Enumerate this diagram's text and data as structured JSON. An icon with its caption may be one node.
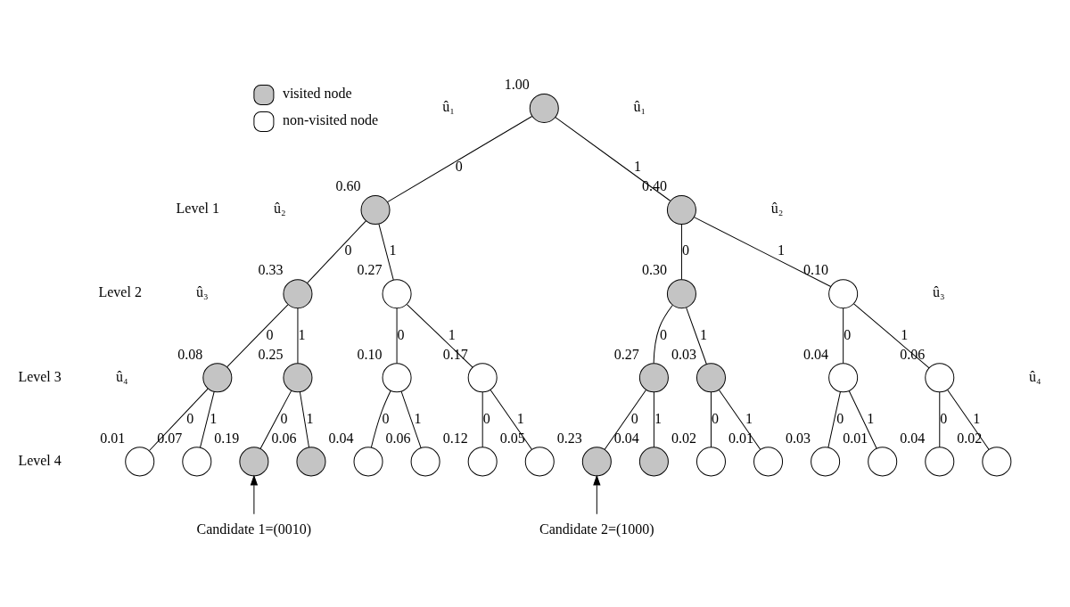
{
  "diagram": {
    "nodes": [
      {
        "text": [],
        "shape": "circle",
        "beside": [
          "1.00"
        ]
      },
      {
        "text": [],
        "shape": "circle",
        "beside": [
          "0.60"
        ]
      },
      {
        "text": [],
        "shape": "circle",
        "beside": [
          "0.40"
        ]
      },
      {
        "text": [],
        "shape": "circle",
        "beside": [
          "0.33"
        ]
      },
      {
        "text": [],
        "shape": "circle",
        "beside": [
          "0.27"
        ]
      },
      {
        "text": [],
        "shape": "circle",
        "beside": [
          "0.30"
        ]
      },
      {
        "text": [],
        "shape": "circle",
        "beside": [
          "0.10"
        ]
      },
      {
        "text": [],
        "shape": "circle",
        "beside": [
          "0.08"
        ]
      },
      {
        "text": [],
        "shape": "circle",
        "beside": [
          "0.25"
        ]
      },
      {
        "text": [],
        "shape": "circle",
        "beside": [
          "0.10"
        ]
      },
      {
        "text": [],
        "shape": "circle",
        "beside": [
          "0.17"
        ]
      },
      {
        "text": [],
        "shape": "circle",
        "beside": [
          "0.27"
        ]
      },
      {
        "text": [],
        "shape": "circle",
        "beside": [
          "0.03"
        ]
      },
      {
        "text": [],
        "shape": "circle",
        "beside": [
          "0.04"
        ]
      },
      {
        "text": [],
        "shape": "circle",
        "beside": [
          "0.06"
        ]
      },
      {
        "text": [],
        "shape": "circle",
        "beside": [
          "0.01"
        ]
      },
      {
        "text": [],
        "shape": "circle",
        "beside": [
          "0.07"
        ]
      },
      {
        "text": [],
        "shape": "circle",
        "beside": [
          "0.19"
        ]
      },
      {
        "text": [],
        "shape": "circle",
        "beside": [
          "0.06"
        ]
      },
      {
        "text": [],
        "shape": "circle",
        "beside": [
          "0.04"
        ]
      },
      {
        "text": [],
        "shape": "circle",
        "beside": [
          "0.06"
        ]
      },
      {
        "text": [],
        "shape": "circle",
        "beside": [
          "0.12"
        ]
      },
      {
        "text": [],
        "shape": "circle",
        "beside": [
          "0.05"
        ]
      },
      {
        "text": [],
        "shape": "circle",
        "beside": [
          "0.23"
        ]
      },
      {
        "text": [],
        "shape": "circle",
        "beside": [
          "0.04"
        ]
      },
      {
        "text": [],
        "shape": "circle",
        "beside": [
          "0.02"
        ]
      },
      {
        "text": [],
        "shape": "circle",
        "beside": [
          "0.01"
        ]
      },
      {
        "text": [],
        "shape": "circle",
        "beside": [
          "0.03"
        ]
      },
      {
        "text": [],
        "shape": "circle",
        "beside": [
          "0.01"
        ]
      },
      {
        "text": [],
        "shape": "circle",
        "beside": [
          "0.04"
        ]
      },
      {
        "text": [],
        "shape": "circle",
        "beside": [
          "0.02"
        ]
      },
      {
        "text": [
          "Candidate 1=(0010)"
        ]
      },
      {
        "text": [
          "Candidate 2=(1000)"
        ]
      }
    ],
    "edges": [
      {
        "from": 0,
        "to": 1,
        "label": "0",
        "arrow": "none"
      },
      {
        "from": 0,
        "to": 2,
        "label": "1",
        "arrow": "none"
      },
      {
        "from": 1,
        "to": 3,
        "label": "0",
        "arrow": "none"
      },
      {
        "from": 1,
        "to": 4,
        "label": "1",
        "arrow": "none"
      },
      {
        "from": 2,
        "to": 5,
        "label": "0",
        "arrow": "none"
      },
      {
        "from": 2,
        "to": 6,
        "label": "1",
        "arrow": "none"
      },
      {
        "from": 3,
        "to": 7,
        "label": "0",
        "arrow": "none"
      },
      {
        "from": 3,
        "to": 8,
        "label": "1",
        "arrow": "none"
      },
      {
        "from": 4,
        "to": 9,
        "label": "0",
        "arrow": "none"
      },
      {
        "from": 4,
        "to": 10,
        "label": "1",
        "arrow": "none"
      },
      {
        "from": 5,
        "to": 11,
        "label": "0",
        "arrow": "none"
      },
      {
        "from": 5,
        "to": 12,
        "label": "1",
        "arrow": "none"
      },
      {
        "from": 6,
        "to": 13,
        "label": "0",
        "arrow": "none"
      },
      {
        "from": 6,
        "to": 14,
        "label": "1",
        "arrow": "none"
      },
      {
        "from": 7,
        "to": 15,
        "label": "0",
        "arrow": "none"
      },
      {
        "from": 7,
        "to": 16,
        "label": "1",
        "arrow": "none"
      },
      {
        "from": 8,
        "to": 17,
        "label": "0",
        "arrow": "none"
      },
      {
        "from": 8,
        "to": 18,
        "label": "1",
        "arrow": "none"
      },
      {
        "from": 9,
        "to": 19,
        "label": "0",
        "arrow": "none"
      },
      {
        "from": 9,
        "to": 20,
        "label": "1",
        "arrow": "none"
      },
      {
        "from": 10,
        "to": 21,
        "label": "0",
        "arrow": "none"
      },
      {
        "from": 10,
        "to": 22,
        "label": "1",
        "arrow": "none"
      },
      {
        "from": 11,
        "to": 23,
        "label": "0",
        "arrow": "none"
      },
      {
        "from": 11,
        "to": 24,
        "label": "1",
        "arrow": "none"
      },
      {
        "from": 12,
        "to": 25,
        "label": "0",
        "arrow": "none"
      },
      {
        "from": 12,
        "to": 26,
        "label": "1",
        "arrow": "none"
      },
      {
        "from": 13,
        "to": 27,
        "label": "0",
        "arrow": "none"
      },
      {
        "from": 13,
        "to": 28,
        "label": "1",
        "arrow": "none"
      },
      {
        "from": 14,
        "to": 29,
        "label": "0",
        "arrow": "none"
      },
      {
        "from": 14,
        "to": 30,
        "label": "1",
        "arrow": "none"
      },
      {
        "from": 31,
        "to": 17,
        "arrow": "to"
      },
      {
        "from": 32,
        "to": 23,
        "arrow": "to"
      }
    ],
    "labels": [
      "û₁",
      "û₁",
      "Level 1",
      "û₂",
      "û₂",
      "Level 2",
      "û₃",
      "û₃",
      "Level 3",
      "û₄",
      "û₄",
      "Level 4"
    ],
    "legend": [
      {
        "text": "visited node"
      },
      {
        "text": "non-visited node"
      }
    ]
  }
}
